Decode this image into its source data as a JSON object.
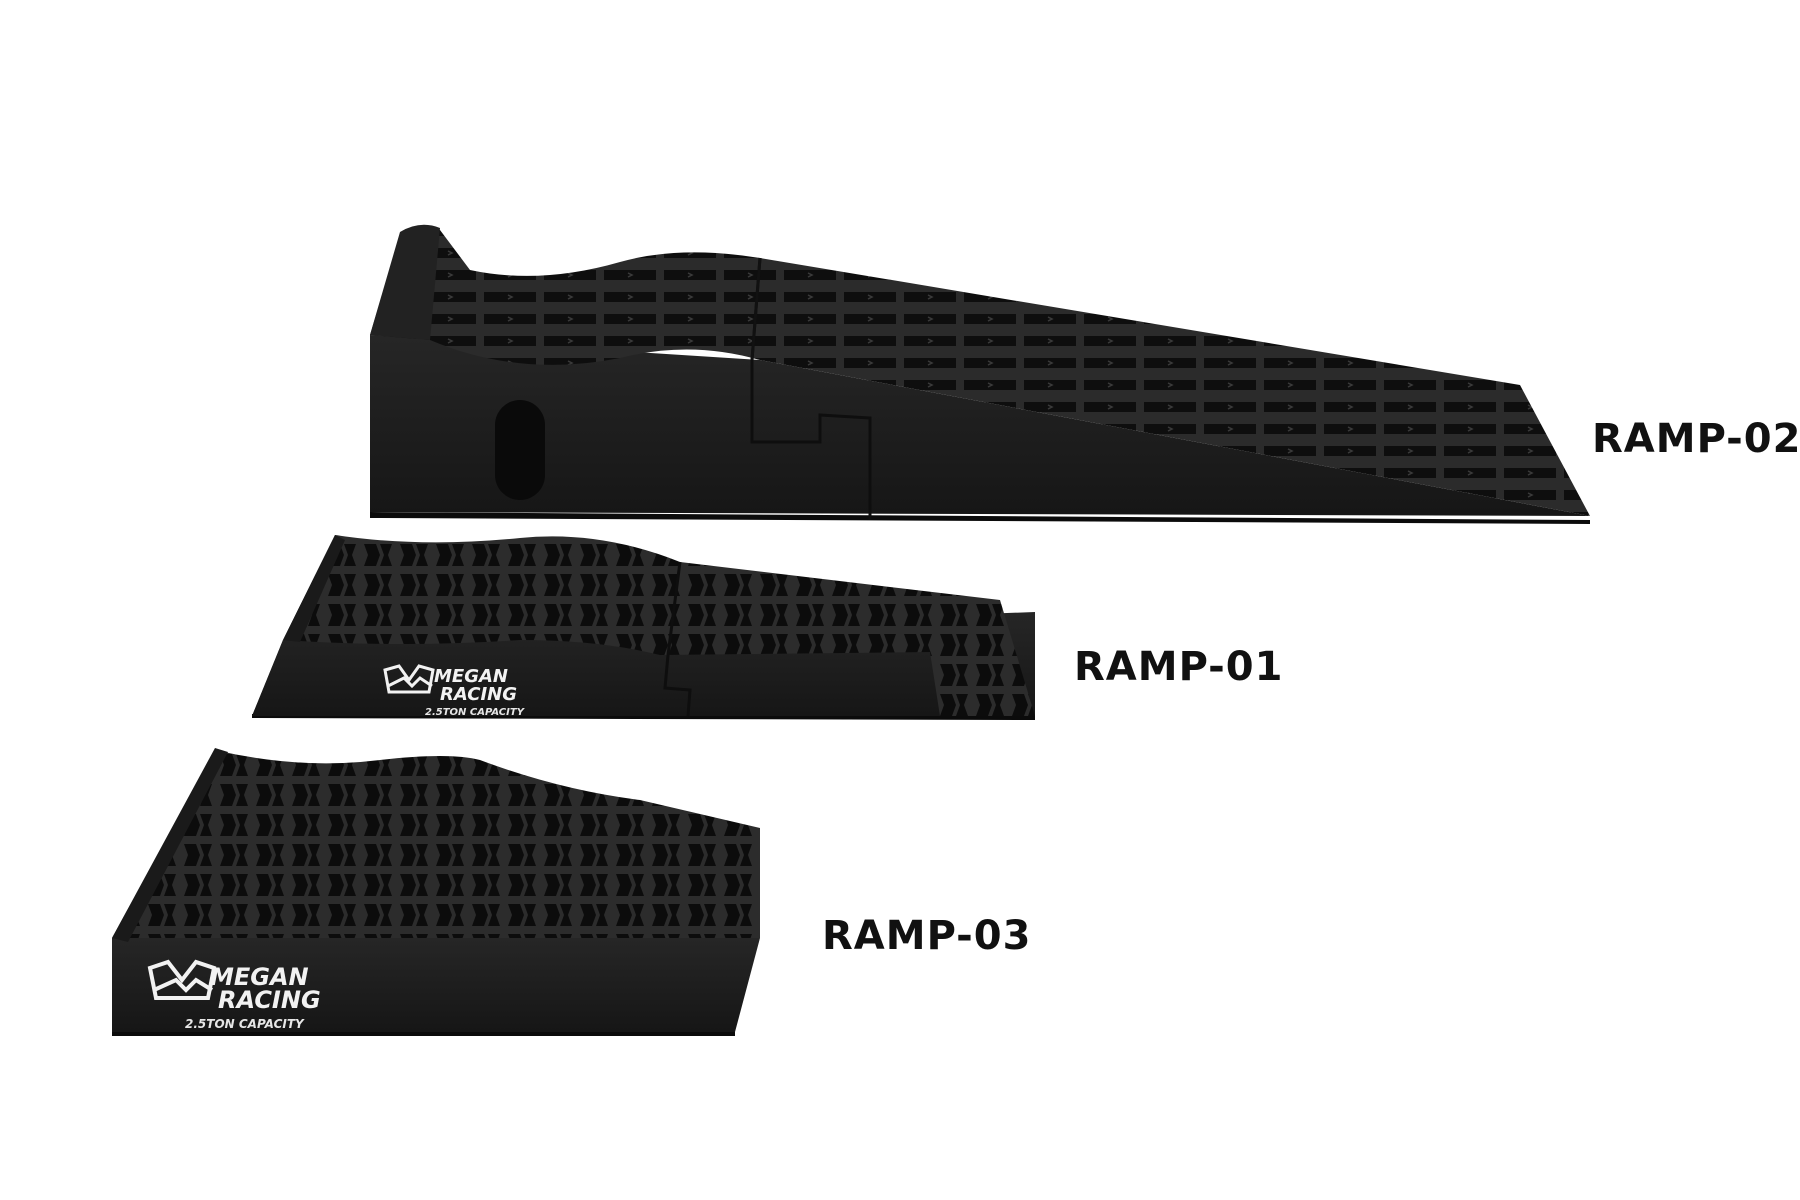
{
  "ramps": [
    {
      "id": "ramp-02",
      "label": "RAMP-02"
    },
    {
      "id": "ramp-01",
      "label": "RAMP-01",
      "brand_line1": "MEGAN",
      "brand_line2": "RACING",
      "capacity": "2.5TON CAPACITY"
    },
    {
      "id": "ramp-03",
      "label": "RAMP-03",
      "brand_line1": "MEGAN",
      "brand_line2": "RACING",
      "capacity": "2.5TON CAPACITY"
    }
  ],
  "colors": {
    "background": "#ffffff",
    "ramp_body": "#1c1c1c",
    "ramp_top": "#2a2a2a",
    "ramp_shadow": "#0d0d0d",
    "logo": "#f2f2f2"
  }
}
